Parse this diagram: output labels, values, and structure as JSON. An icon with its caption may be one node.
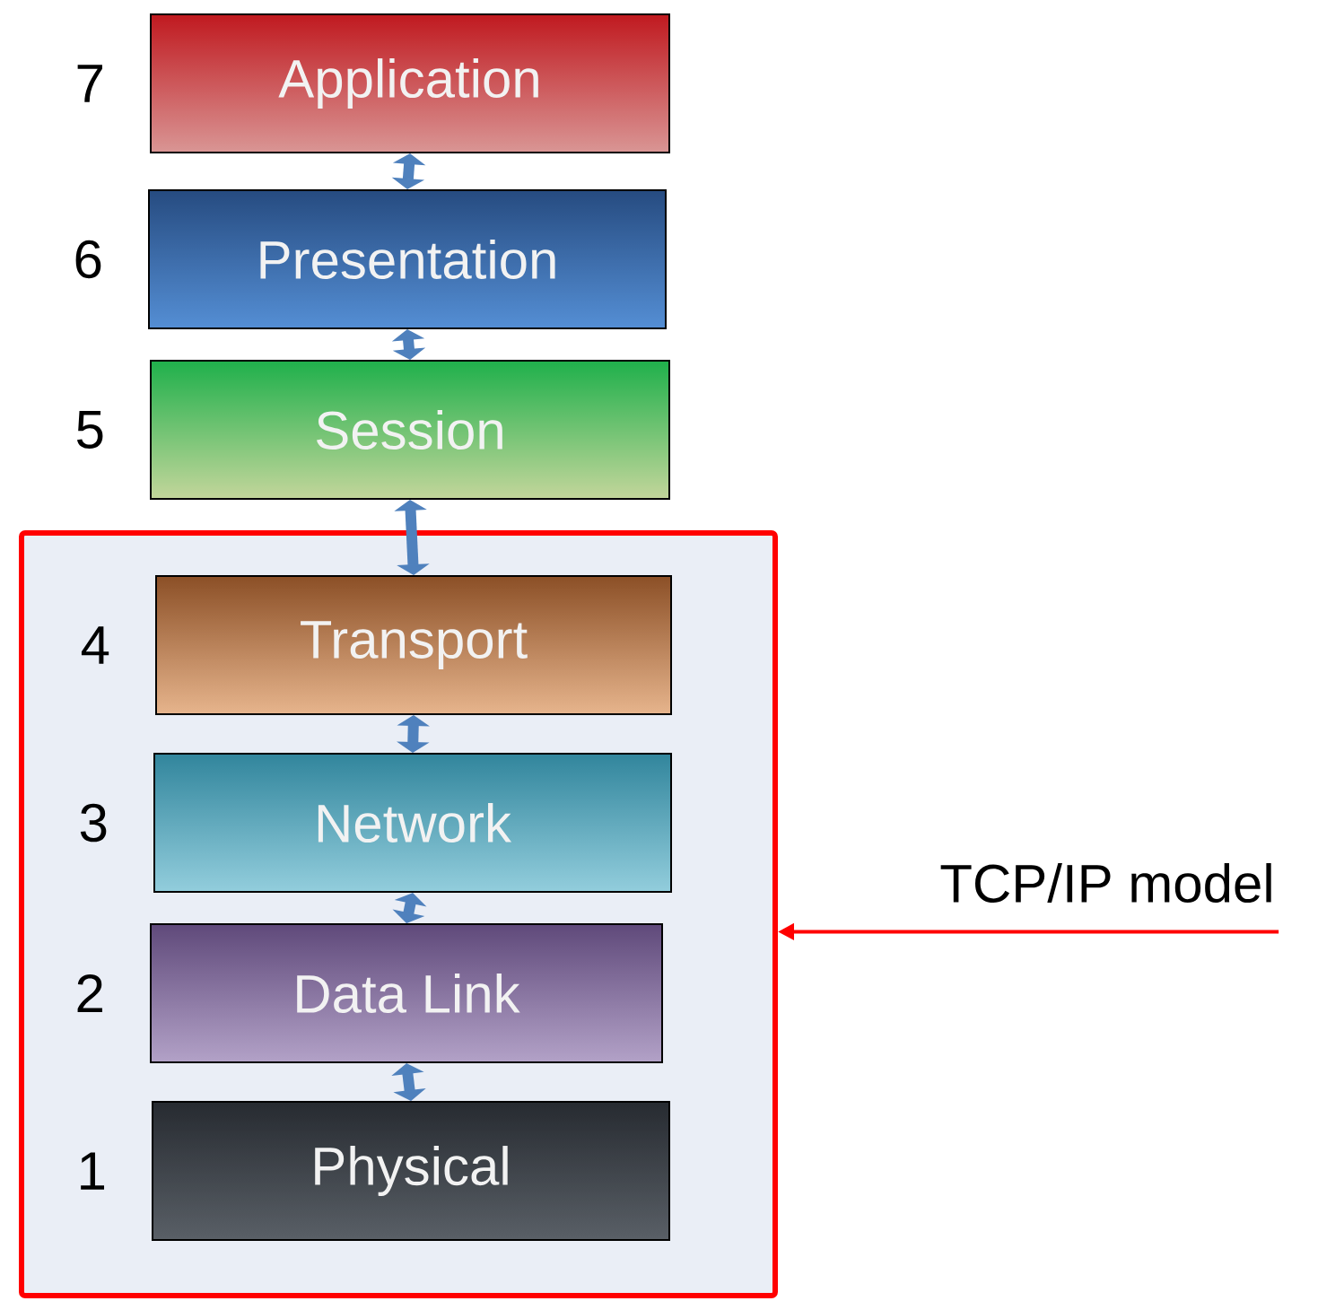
{
  "diagram": {
    "nodes": [
      {
        "text": [
          "Application"
        ],
        "beside": [
          "7"
        ]
      },
      {
        "text": [
          "Presentation"
        ],
        "beside": [
          "6"
        ]
      },
      {
        "text": [
          "Session"
        ],
        "beside": [
          "5"
        ]
      },
      {
        "text": [],
        "shape": "box"
      },
      {
        "text": [
          "Transport"
        ],
        "beside": [
          "4"
        ],
        "in": 3
      },
      {
        "text": [
          "Network"
        ],
        "beside": [
          "3"
        ],
        "in": 3
      },
      {
        "text": [
          "Data Link"
        ],
        "beside": [
          "2"
        ],
        "in": 3
      },
      {
        "text": [
          "Physical"
        ],
        "beside": [
          "1"
        ],
        "in": 3
      },
      {
        "text": [
          "TCP/IP model"
        ]
      }
    ],
    "edges": [
      {
        "from": 0,
        "to": 1,
        "arrow": "both"
      },
      {
        "from": 1,
        "to": 2,
        "arrow": "both"
      },
      {
        "from": 2,
        "to": 4,
        "arrow": "both"
      },
      {
        "from": 4,
        "to": 5,
        "arrow": "both"
      },
      {
        "from": 5,
        "to": 6,
        "arrow": "both"
      },
      {
        "from": 6,
        "to": 7,
        "arrow": "both"
      },
      {
        "from": 8,
        "to": 3,
        "arrow": "to",
        "color": "#ff0000"
      }
    ]
  }
}
